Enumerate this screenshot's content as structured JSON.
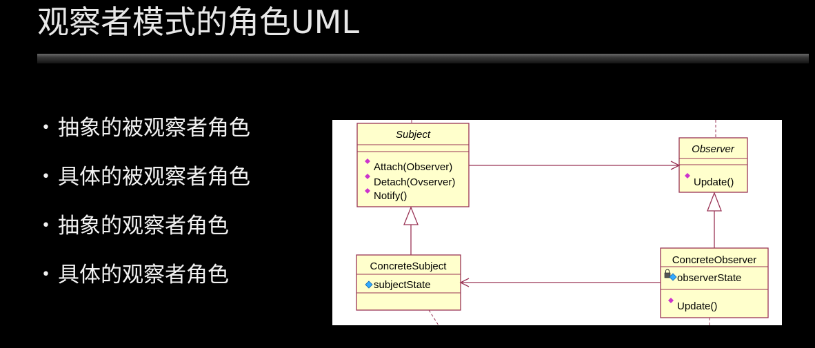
{
  "slide": {
    "title": "观察者模式的角色UML"
  },
  "bullets": [
    "抽象的被观察者角色",
    "具体的被观察者角色",
    "抽象的观察者角色",
    "具体的观察者角色"
  ],
  "diagram": {
    "colors": {
      "box_fill": "#ffffcc",
      "box_stroke": "#993355",
      "background": "#ffffff"
    },
    "subject": {
      "name": "Subject",
      "methods": [
        "Attach(Observer)",
        "Detach(Ovserver)",
        "Notify()"
      ]
    },
    "observer": {
      "name": "Observer",
      "methods": [
        "Update()"
      ]
    },
    "concrete_subject": {
      "name": "ConcreteSubject",
      "attributes": [
        "subjectState"
      ]
    },
    "concrete_observer": {
      "name": "ConcreteObserver",
      "attributes": [
        "observerState"
      ],
      "methods": [
        "Update()"
      ]
    }
  }
}
